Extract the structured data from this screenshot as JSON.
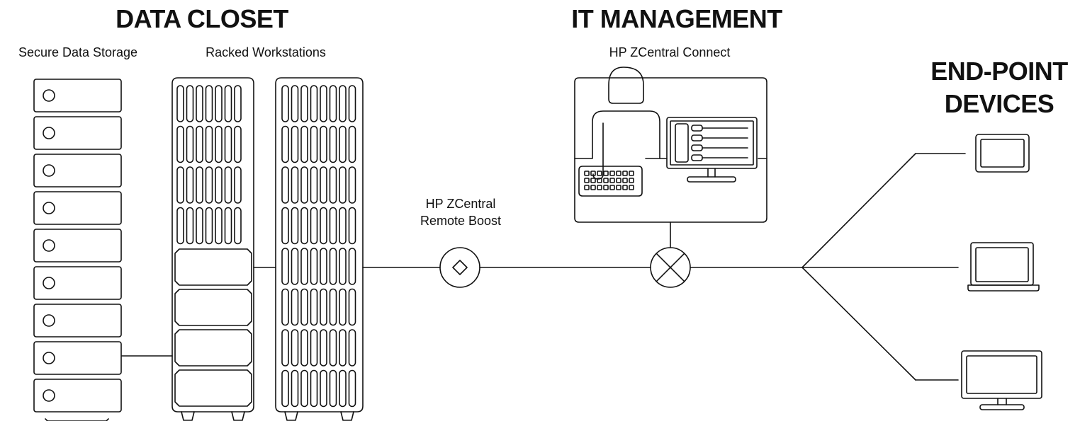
{
  "titles": {
    "data_closet": "DATA CLOSET",
    "it_management": "IT MANAGEMENT",
    "end_point_line1": "END-POINT",
    "end_point_line2": "DEVICES"
  },
  "labels": {
    "secure_storage": "Secure Data Storage",
    "racked_workstations": "Racked Workstations",
    "zcentral_connect": "HP ZCentral Connect",
    "remote_boost_line1": "HP ZCentral",
    "remote_boost_line2": "Remote Boost"
  },
  "icons": {
    "storage_unit": "storage-drive-icon",
    "rack": "workstation-rack-icon",
    "remote_boost_node": "diamond-node-icon",
    "connect_node": "crossed-circle-node-icon",
    "admin": "it-admin-desk-icon",
    "tablet": "tablet-icon",
    "laptop": "laptop-icon",
    "desktop": "desktop-monitor-icon"
  },
  "colors": {
    "stroke": "#111111",
    "background": "#ffffff"
  }
}
